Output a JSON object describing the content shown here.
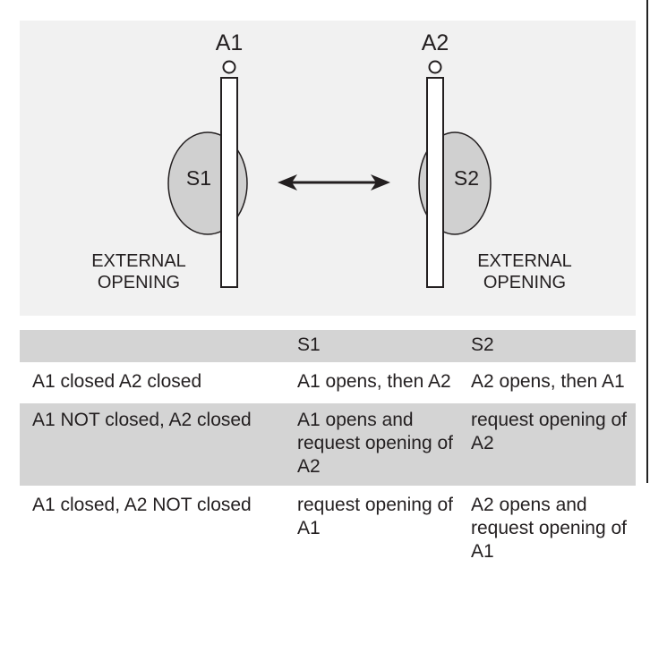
{
  "diagram": {
    "label_a1": "A1",
    "label_a2": "A2",
    "label_s1": "S1",
    "label_s2": "S2",
    "left_caption_line1": "EXTERNAL",
    "left_caption_line2": "OPENING",
    "right_caption_line1": "EXTERNAL",
    "right_caption_line2": "OPENING",
    "colors": {
      "background": "#f1f1f1",
      "sensor_fill": "#d0d0d0",
      "stroke": "#231f20",
      "table_shade": "#d4d4d4"
    }
  },
  "table": {
    "headers": [
      "",
      "S1",
      "S2"
    ],
    "rows": [
      {
        "condition": "A1 closed  A2 closed",
        "s1": "A1 opens, then A2",
        "s2": "A2 opens, then A1"
      },
      {
        "condition": "A1 NOT closed, A2 closed",
        "s1": "A1 opens and request opening of A2",
        "s2": "request opening of A2"
      },
      {
        "condition": "A1 closed, A2 NOT closed",
        "s1": "request opening of A1",
        "s2": "A2 opens and request opening of A1"
      }
    ]
  }
}
